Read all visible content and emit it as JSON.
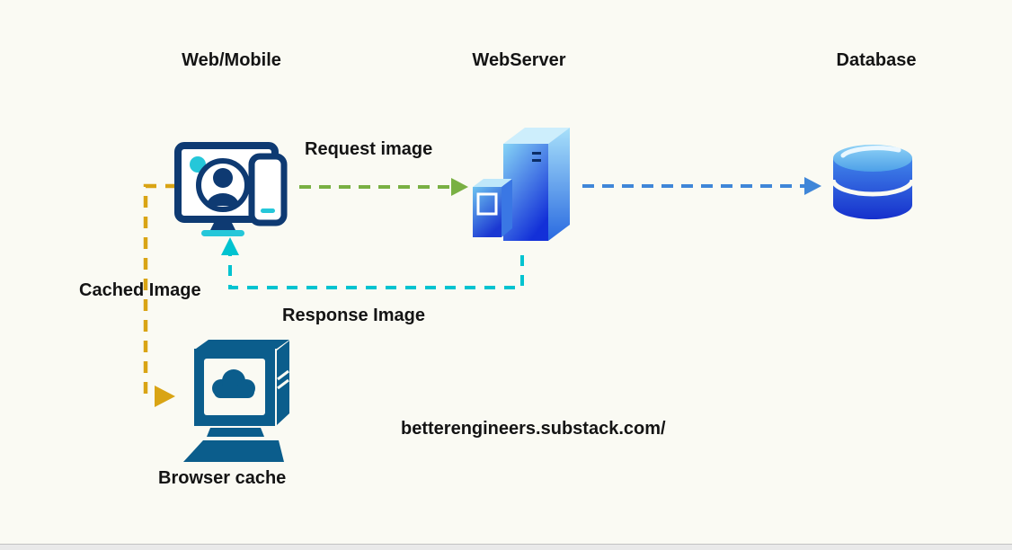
{
  "nodes": {
    "web_mobile": {
      "label": "Web/Mobile"
    },
    "webserver": {
      "label": "WebServer"
    },
    "database": {
      "label": "Database"
    },
    "browser_cache": {
      "label": "Browser cache"
    }
  },
  "edges": {
    "request": {
      "label": "Request image",
      "color": "#79b043",
      "style": "dashed"
    },
    "webserver_to_database": {
      "color": "#3f86d8",
      "style": "dashed"
    },
    "response": {
      "label": "Response Image",
      "color": "#00c3d0",
      "style": "dashed"
    },
    "cached": {
      "label": "Cached Image",
      "color": "#d9a414",
      "style": "dashed"
    }
  },
  "footer": {
    "watermark": "betterengineers.substack.com/"
  },
  "colors": {
    "background": "#fafaf3",
    "label_text": "#141414",
    "device_outline": "#0e3a72",
    "device_accent": "#25c7d9",
    "cache_icon": "#0b5d8c"
  }
}
